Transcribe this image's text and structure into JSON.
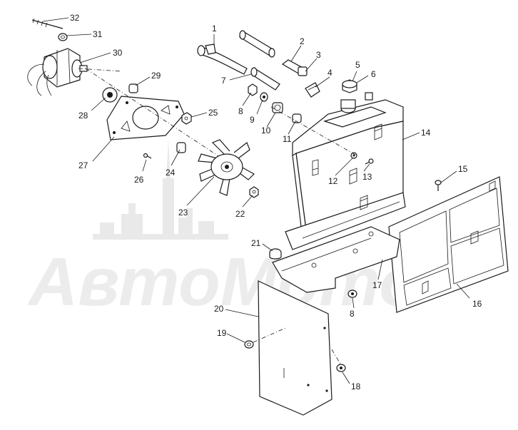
{
  "watermark": {
    "text": "АвтоМото",
    "color": "#e6e6e6"
  },
  "parts": [
    {
      "id": "p1",
      "label": "1"
    },
    {
      "id": "p2",
      "label": "2"
    },
    {
      "id": "p3",
      "label": "3"
    },
    {
      "id": "p4",
      "label": "4"
    },
    {
      "id": "p5",
      "label": "5"
    },
    {
      "id": "p6",
      "label": "6"
    },
    {
      "id": "p7",
      "label": "7"
    },
    {
      "id": "p8a",
      "label": "8"
    },
    {
      "id": "p8b",
      "label": "8"
    },
    {
      "id": "p9",
      "label": "9"
    },
    {
      "id": "p10",
      "label": "10"
    },
    {
      "id": "p11",
      "label": "11"
    },
    {
      "id": "p12",
      "label": "12"
    },
    {
      "id": "p13",
      "label": "13"
    },
    {
      "id": "p14",
      "label": "14"
    },
    {
      "id": "p15",
      "label": "15"
    },
    {
      "id": "p16",
      "label": "16"
    },
    {
      "id": "p17",
      "label": "17"
    },
    {
      "id": "p18",
      "label": "18"
    },
    {
      "id": "p19",
      "label": "19"
    },
    {
      "id": "p20",
      "label": "20"
    },
    {
      "id": "p21",
      "label": "21"
    },
    {
      "id": "p22",
      "label": "22"
    },
    {
      "id": "p23",
      "label": "23"
    },
    {
      "id": "p24",
      "label": "24"
    },
    {
      "id": "p25",
      "label": "25"
    },
    {
      "id": "p26",
      "label": "26"
    },
    {
      "id": "p27",
      "label": "27"
    },
    {
      "id": "p28",
      "label": "28"
    },
    {
      "id": "p29",
      "label": "29"
    },
    {
      "id": "p30",
      "label": "30"
    },
    {
      "id": "p31",
      "label": "31"
    },
    {
      "id": "p32",
      "label": "32"
    }
  ]
}
